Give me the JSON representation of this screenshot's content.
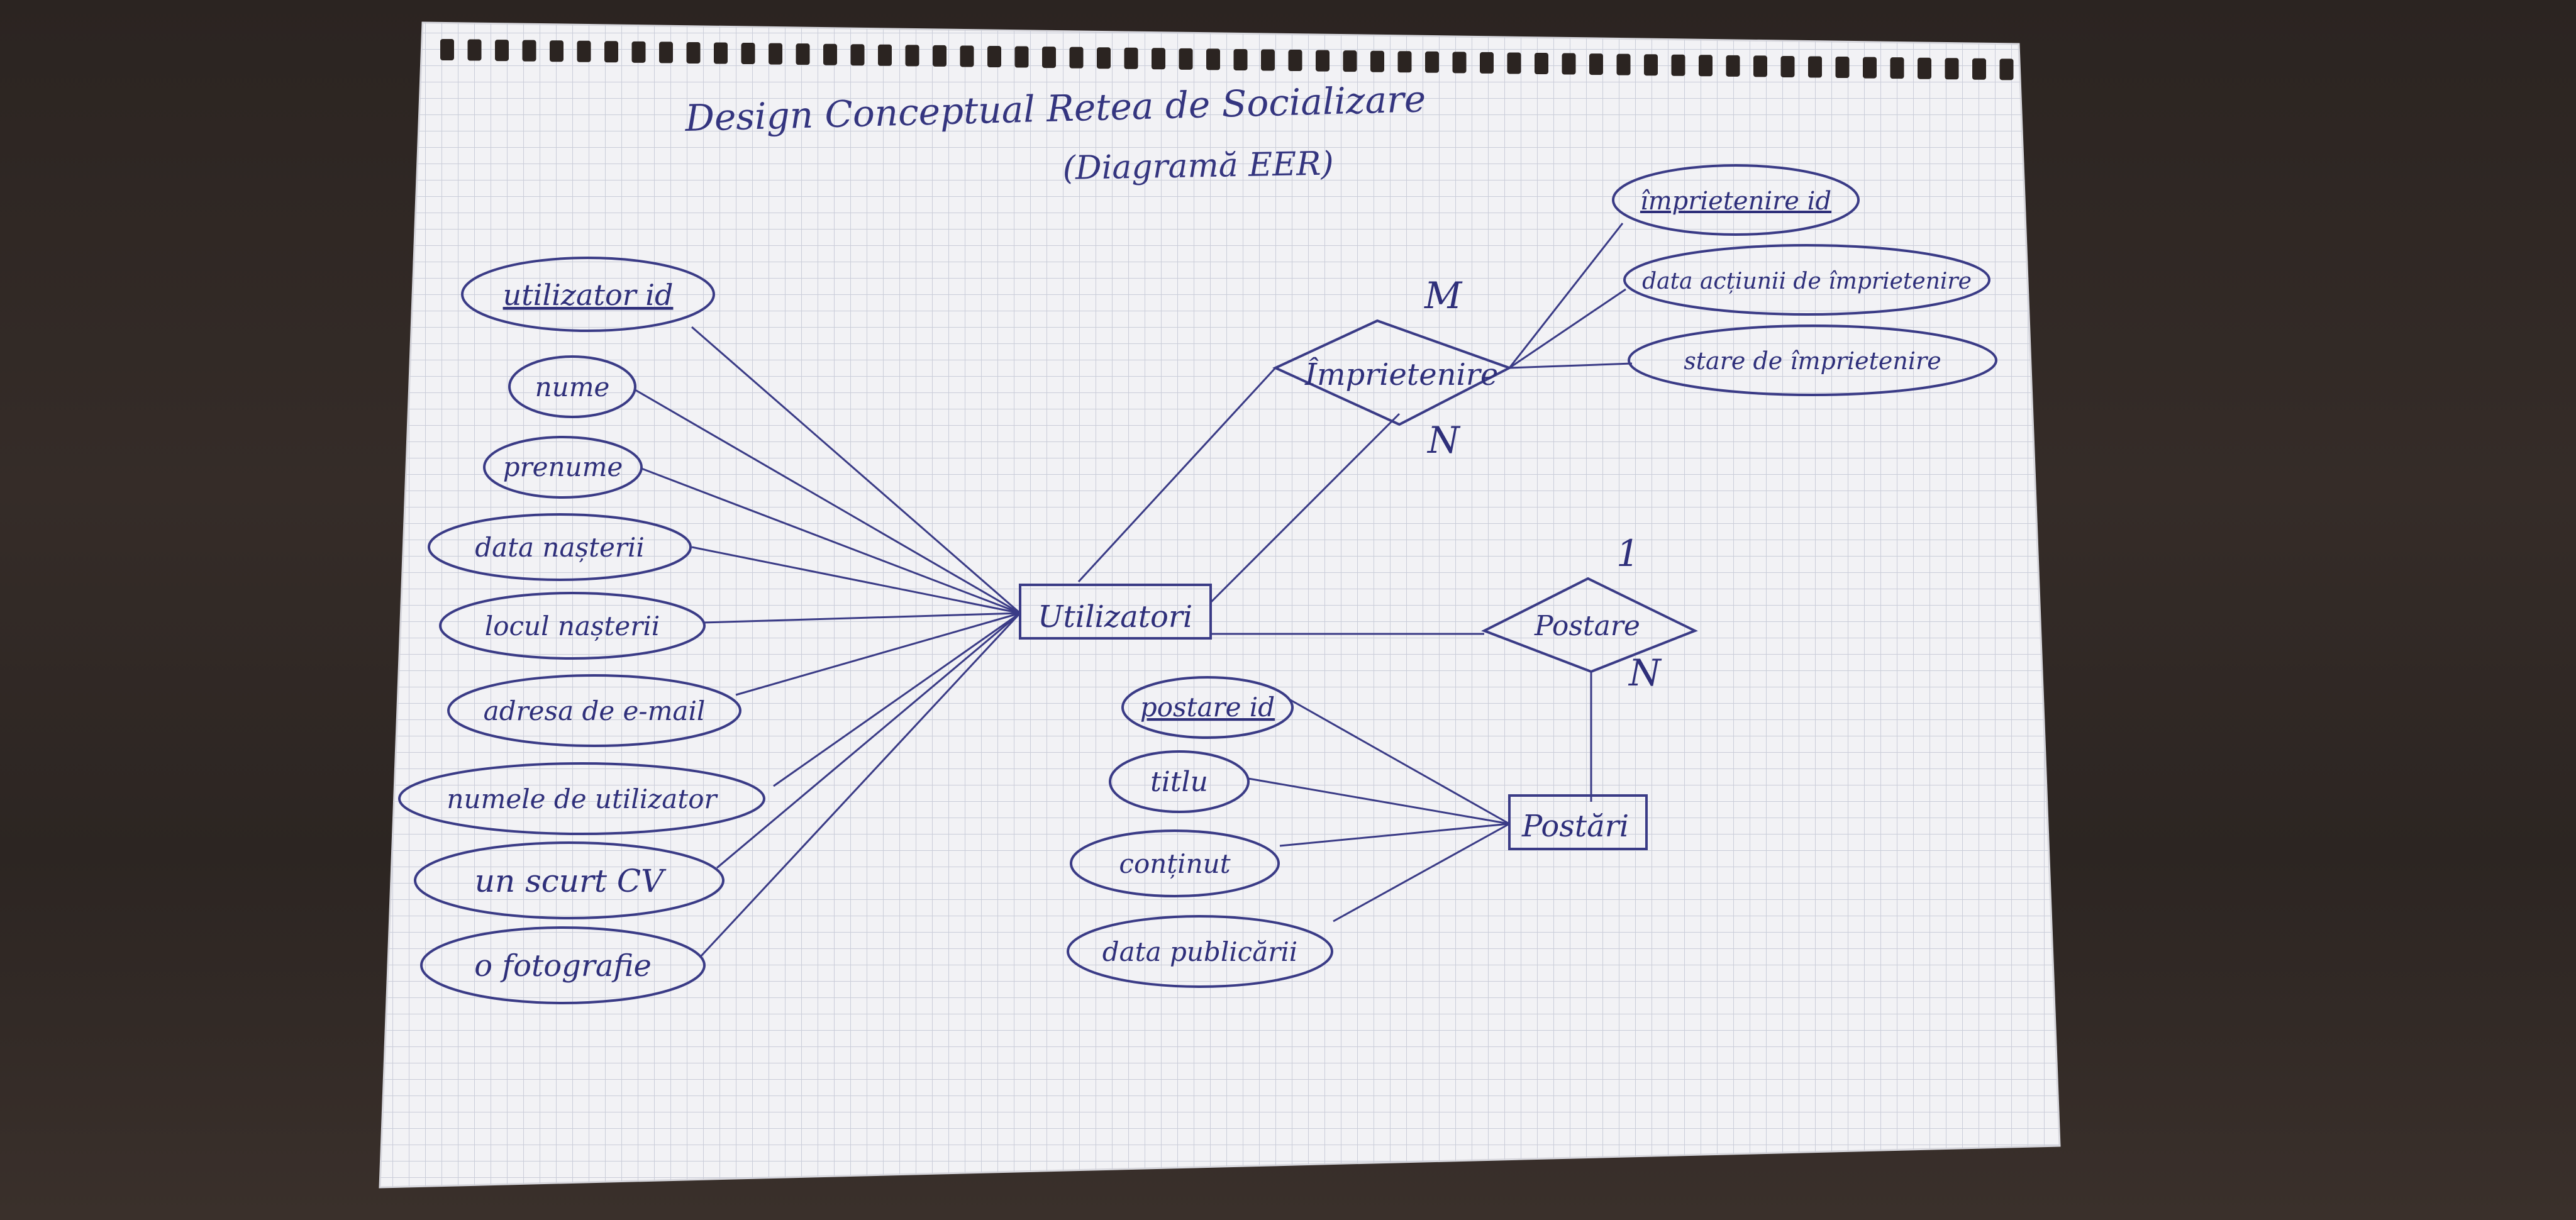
{
  "title": "Design Conceptual Retea de Socializare",
  "subtitle": "(Diagramă EER)",
  "entities": {
    "utilizatori": "Utilizatori",
    "postari": "Postări"
  },
  "relationships": {
    "impretenire": "Împrietenire",
    "postare": "Postare"
  },
  "cardinalities": {
    "impretenire_m": "M",
    "impretenire_n": "N",
    "postare_1": "1",
    "postare_n": "N"
  },
  "utilizatori_attributes": [
    "utilizator id",
    "nume",
    "prenume",
    "data nașterii",
    "locul nașterii",
    "adresa de e-mail",
    "numele de utilizator",
    "un scurt CV",
    "o fotografie"
  ],
  "impretenire_attributes": [
    "împrietenire id",
    "data acțiunii de împrietenire",
    "stare de împrietenire"
  ],
  "postari_attributes": [
    "postare id",
    "titlu",
    "conținut",
    "data publicării"
  ],
  "colors": {
    "ink": "#34357f",
    "paper": "#f3f3f6",
    "grid": "#c9ccd8",
    "background": "#2a2320"
  }
}
